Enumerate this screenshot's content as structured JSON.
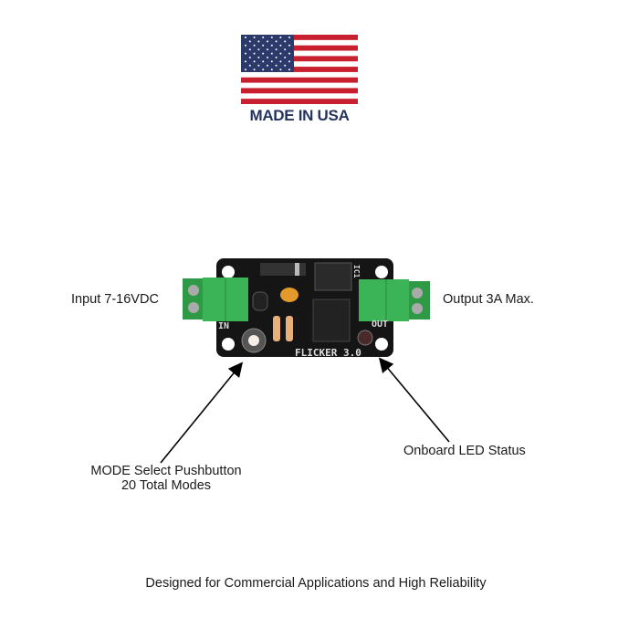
{
  "badge": {
    "text": "MADE IN USA",
    "colors": {
      "red": "#c8202f",
      "blue": "#2b3a6b"
    }
  },
  "board": {
    "name": "FLICKER 3.0",
    "in_label": "IN",
    "out_label": "OUT",
    "ic_label": "IC1"
  },
  "labels": {
    "input": "Input 7-16VDC",
    "output": "Output 3A Max.",
    "mode_line1": "MODE Select Pushbutton",
    "mode_line2": "20 Total Modes",
    "led": "Onboard LED Status"
  },
  "footer": "Designed for Commercial Applications and High Reliability"
}
